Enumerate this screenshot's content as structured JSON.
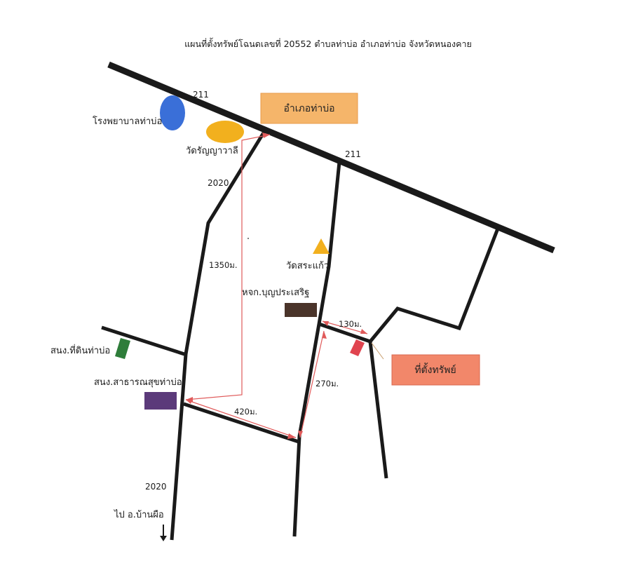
{
  "title": "แผนที่ตั้งทรัพย์โฉนดเลขที่ 20552 ตำบลท่าบ่อ อำเภอท่าบ่อ จังหวัดหนองคาย",
  "roads": {
    "main_road_1": "211",
    "main_road_2": "211",
    "secondary_upper": "2020",
    "secondary_lower": "2020"
  },
  "places": {
    "hospital": "โรงพยาบาลท่าบ่อ",
    "temple_ranyawaree": "วัดรัญญาวาลี",
    "district_office": "อำเภอท่าบ่อ",
    "temple_srakaeo": "วัดสระแก้ว",
    "company": "หจก.บุญประเสริฐ",
    "land_office": "สนง.ที่ดินท่าบ่อ",
    "health_office": "สนง.สาธารณสุขท่าบ่อ",
    "property": "ที่ตั้งทรัพย์",
    "direction_note": "ไป อ.บ้านผือ"
  },
  "distances": {
    "d1350": "1350ม.",
    "d420": "420ม.",
    "d270": "270ม.",
    "d130": "130ม."
  },
  "colors": {
    "road": "#1a1a1a",
    "hospital": "#3a6fd8",
    "temple": "#f2b01e",
    "district_box": "#f5b56a",
    "property_box": "#f2876a",
    "company": "#4a342a",
    "land_office": "#2e7d3a",
    "health_office": "#5b3a7a",
    "property_marker": "#e0444f",
    "distance_line": "#e05a5a"
  }
}
